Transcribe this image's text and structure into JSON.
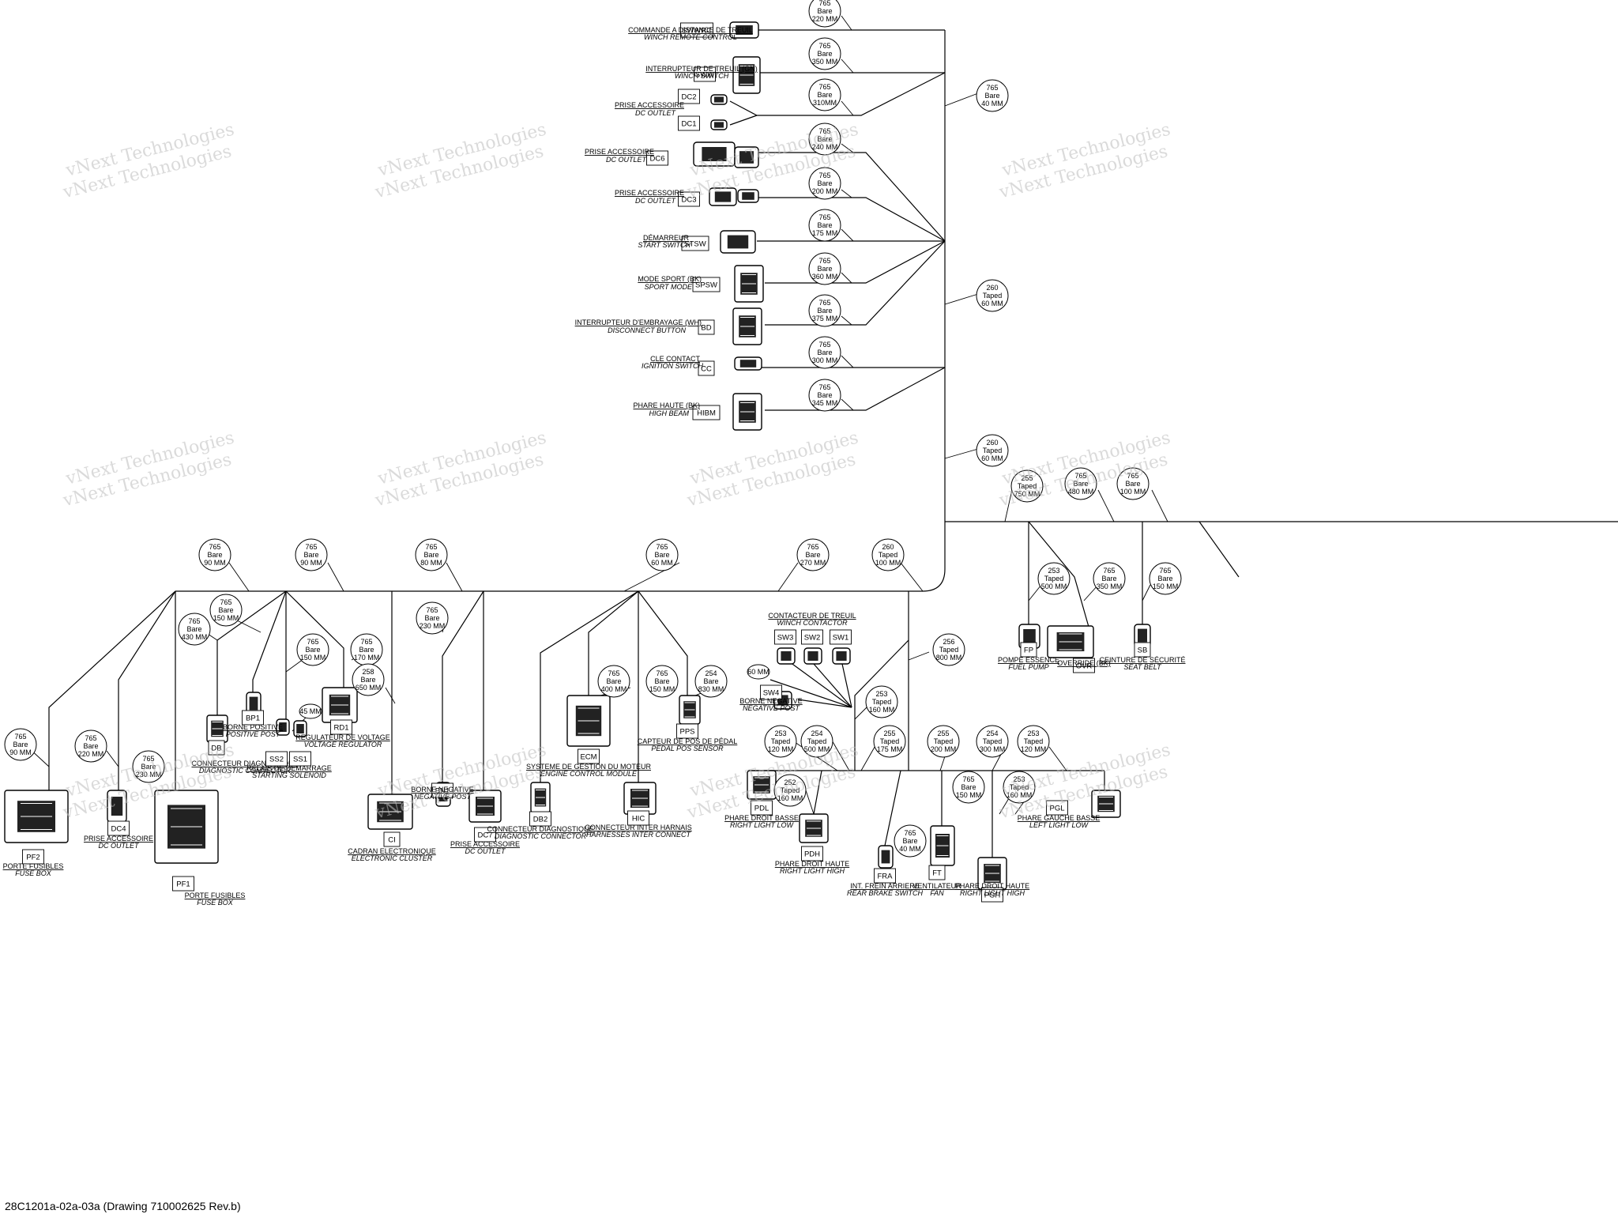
{
  "footer": "28C1201a-02a-03a (Drawing 710002625 Rev.b)",
  "watermark_lines": [
    "vNext Technologies",
    "vNext Technologies"
  ],
  "components": [
    {
      "id": "swwrc",
      "code": "SWWRC",
      "fr": "COMMANDE A DISTANCE DE TREUIL",
      "en": "WINCH REMOTE CONTROL"
    },
    {
      "id": "sww",
      "code": "SWW",
      "fr": "INTERRUPTEUR DE TREUIL (GN)",
      "en": "WINCH SWITCH"
    },
    {
      "id": "dc2",
      "code": "DC2",
      "fr": "PRISE ACCESSOIRE",
      "en": "DC OUTLET"
    },
    {
      "id": "dc1",
      "code": "DC1",
      "fr": "",
      "en": ""
    },
    {
      "id": "dc6",
      "code": "DC6",
      "fr": "PRISE ACCESSOIRE",
      "en": "DC OUTLET"
    },
    {
      "id": "dc3",
      "code": "DC3",
      "fr": "PRISE ACCESSOIRE",
      "en": "DC OUTLET"
    },
    {
      "id": "stsw",
      "code": "STSW",
      "fr": "DÉMARREUR",
      "en": "START SWITCH"
    },
    {
      "id": "spsw",
      "code": "SPSW",
      "fr": "MODE SPORT (BK)",
      "en": "SPORT MODE"
    },
    {
      "id": "bd",
      "code": "BD",
      "fr": "INTERRUPTEUR D'EMBRAYAGE (WH)",
      "en": "DISCONNECT BUTTON"
    },
    {
      "id": "cc",
      "code": "CC",
      "fr": "CLE CONTACT",
      "en": "IGNITION SWITCH"
    },
    {
      "id": "hibm",
      "code": "HIBM",
      "fr": "PHARE HAUTE (BK)",
      "en": "HIGH BEAM"
    },
    {
      "id": "fp",
      "code": "FP",
      "fr": "POMPE ESSENCE",
      "en": "FUEL PUMP"
    },
    {
      "id": "ovr",
      "code": "OVR",
      "fr": "OVERRIDE (BK)",
      "en": ""
    },
    {
      "id": "sb",
      "code": "SB",
      "fr": "CEINTURE DE SÉCURITÉ",
      "en": "SEAT BELT"
    },
    {
      "id": "pf2",
      "code": "PF2",
      "fr": "PORTE FUSIBLES",
      "en": "FUSE BOX"
    },
    {
      "id": "dc4",
      "code": "DC4",
      "fr": "PRISE ACCESSOIRE",
      "en": "DC OUTLET"
    },
    {
      "id": "pf1",
      "code": "PF1",
      "fr": "PORTE FUSIBLES",
      "en": "FUSE BOX"
    },
    {
      "id": "db",
      "code": "DB",
      "fr": "CONNECTEUR DIAGNOSTIQUE",
      "en": "DIAGNOSTIC CONNECTOR"
    },
    {
      "id": "bp1",
      "code": "BP1",
      "fr": "BORNE POSITIVE",
      "en": "POSITIVE POST"
    },
    {
      "id": "ss2",
      "code": "SS2",
      "fr": "RELAIS DE DEMARRAGE",
      "en": "STARTING SOLENOID"
    },
    {
      "id": "ss1",
      "code": "SS1",
      "fr": "",
      "en": ""
    },
    {
      "id": "rd1",
      "code": "RD1",
      "fr": "REGULATEUR DE VOLTAGE",
      "en": "VOLTAGE REGULATOR"
    },
    {
      "id": "ci",
      "code": "CI",
      "fr": "CADRAN ELECTRONIQUE",
      "en": "ELECTRONIC CLUSTER"
    },
    {
      "id": "bn1",
      "code": "BN1",
      "fr": "BORNE NEGATIVE",
      "en": "NEGATIVE POST"
    },
    {
      "id": "dc7",
      "code": "DC7",
      "fr": "PRISE ACCESSOIRE",
      "en": "DC OUTLET"
    },
    {
      "id": "db2",
      "code": "DB2",
      "fr": "CONNECTEUR DIAGNOSTIQUE",
      "en": "DIAGNOSTIC CONNECTOR"
    },
    {
      "id": "ecm",
      "code": "ECM",
      "fr": "SYSTEME DE GESTION DU MOTEUR",
      "en": "ENGINE CONTROL MODULE"
    },
    {
      "id": "hic",
      "code": "HIC",
      "fr": "CONNECTEUR INTER HARNAIS",
      "en": "HARNESSES INTER CONNECT"
    },
    {
      "id": "pps",
      "code": "PPS",
      "fr": "CAPTEUR DE POS DE PÉDAL",
      "en": "PEDAL POS SENSOR"
    },
    {
      "id": "sw3",
      "code": "SW3",
      "fr": "CONTACTEUR DE TREUIL",
      "en": "WINCH CONTACTOR"
    },
    {
      "id": "sw2",
      "code": "SW2",
      "fr": "",
      "en": ""
    },
    {
      "id": "sw1",
      "code": "SW1",
      "fr": "",
      "en": ""
    },
    {
      "id": "sw4",
      "code": "SW4",
      "fr": "BORNE NEGATIVE",
      "en": "NEGATIVE POST"
    },
    {
      "id": "pdl",
      "code": "PDL",
      "fr": "PHARE DROIT BASSE",
      "en": "RIGHT LIGHT LOW"
    },
    {
      "id": "pdh",
      "code": "PDH",
      "fr": "PHARE DROIT HAUTE",
      "en": "RIGHT LIGHT HIGH"
    },
    {
      "id": "fra",
      "code": "FRA",
      "fr": "INT. FREIN ARRIERE",
      "en": "REAR BRAKE SWITCH"
    },
    {
      "id": "ft",
      "code": "FT",
      "fr": "VENTILATEUR",
      "en": "FAN"
    },
    {
      "id": "pgh",
      "code": "PGH",
      "fr": "PHARE DROIT HAUTE",
      "en": "RIGHT LIGHT HIGH"
    },
    {
      "id": "pgl",
      "code": "PGL",
      "fr": "PHARE GAUCHE BASSE",
      "en": "LEFT LIGHT LOW"
    }
  ],
  "bubbles": [
    {
      "l1": "765",
      "l2": "Bare",
      "l3": "220 MM"
    },
    {
      "l1": "765",
      "l2": "Bare",
      "l3": "350 MM"
    },
    {
      "l1": "765",
      "l2": "Bare",
      "l3": "310MM"
    },
    {
      "l1": "765",
      "l2": "Bare",
      "l3": "40 MM"
    },
    {
      "l1": "765",
      "l2": "Bare",
      "l3": "240 MM"
    },
    {
      "l1": "765",
      "l2": "Bare",
      "l3": "200 MM"
    },
    {
      "l1": "765",
      "l2": "Bare",
      "l3": "175 MM"
    },
    {
      "l1": "765",
      "l2": "Bare",
      "l3": "360 MM"
    },
    {
      "l1": "260",
      "l2": "Taped",
      "l3": "60 MM"
    },
    {
      "l1": "765",
      "l2": "Bare",
      "l3": "375 MM"
    },
    {
      "l1": "765",
      "l2": "Bare",
      "l3": "300 MM"
    },
    {
      "l1": "765",
      "l2": "Bare",
      "l3": "345 MM"
    },
    {
      "l1": "260",
      "l2": "Taped",
      "l3": "60 MM"
    },
    {
      "l1": "255",
      "l2": "Taped",
      "l3": "750 MM"
    },
    {
      "l1": "765",
      "l2": "Bare",
      "l3": "480 MM"
    },
    {
      "l1": "765",
      "l2": "Bare",
      "l3": "100 MM"
    },
    {
      "l1": "253",
      "l2": "Taped",
      "l3": "500 MM"
    },
    {
      "l1": "765",
      "l2": "Bare",
      "l3": "350 MM"
    },
    {
      "l1": "765",
      "l2": "Bare",
      "l3": "150 MM"
    },
    {
      "l1": "765",
      "l2": "Bare",
      "l3": "90 MM"
    },
    {
      "l1": "765",
      "l2": "Bare",
      "l3": "90 MM"
    },
    {
      "l1": "765",
      "l2": "Bare",
      "l3": "80 MM"
    },
    {
      "l1": "765",
      "l2": "Bare",
      "l3": "60 MM"
    },
    {
      "l1": "765",
      "l2": "Bare",
      "l3": "270 MM"
    },
    {
      "l1": "260",
      "l2": "Taped",
      "l3": "100 MM"
    },
    {
      "l1": "765",
      "l2": "Bare",
      "l3": "150 MM"
    },
    {
      "l1": "765",
      "l2": "Bare",
      "l3": "430 MM"
    },
    {
      "l1": "765",
      "l2": "Bare",
      "l3": "150 MM"
    },
    {
      "l1": "765",
      "l2": "Bare",
      "l3": "170 MM"
    },
    {
      "l1": "258",
      "l2": "Bare",
      "l3": "650 MM"
    },
    {
      "l1": "765",
      "l2": "Bare",
      "l3": "230 MM"
    },
    {
      "l1": "765",
      "l2": "Bare",
      "l3": "400 MM"
    },
    {
      "l1": "765",
      "l2": "Bare",
      "l3": "150 MM"
    },
    {
      "l1": "254",
      "l2": "Bare",
      "l3": "830 MM"
    },
    {
      "l1": "256",
      "l2": "Taped",
      "l3": "800 MM"
    },
    {
      "l1": "253",
      "l2": "Taped",
      "l3": "160 MM"
    },
    {
      "l1": "765",
      "l2": "Bare",
      "l3": "90 MM"
    },
    {
      "l1": "765",
      "l2": "Bare",
      "l3": "220 MM"
    },
    {
      "l1": "765",
      "l2": "Bare",
      "l3": "230 MM"
    },
    {
      "l1": "253",
      "l2": "Taped",
      "l3": "120 MM"
    },
    {
      "l1": "254",
      "l2": "Taped",
      "l3": "500 MM"
    },
    {
      "l1": "255",
      "l2": "Taped",
      "l3": "175 MM"
    },
    {
      "l1": "255",
      "l2": "Taped",
      "l3": "200 MM"
    },
    {
      "l1": "254",
      "l2": "Taped",
      "l3": "300 MM"
    },
    {
      "l1": "253",
      "l2": "Taped",
      "l3": "120 MM"
    },
    {
      "l1": "252",
      "l2": "Taped",
      "l3": "160 MM"
    },
    {
      "l1": "765",
      "l2": "Bare",
      "l3": "150 MM"
    },
    {
      "l1": "253",
      "l2": "Taped",
      "l3": "160 MM"
    },
    {
      "l1": "765",
      "l2": "Bare",
      "l3": "40 MM"
    }
  ],
  "small_labels": [
    "45 MM",
    "60 MM"
  ]
}
